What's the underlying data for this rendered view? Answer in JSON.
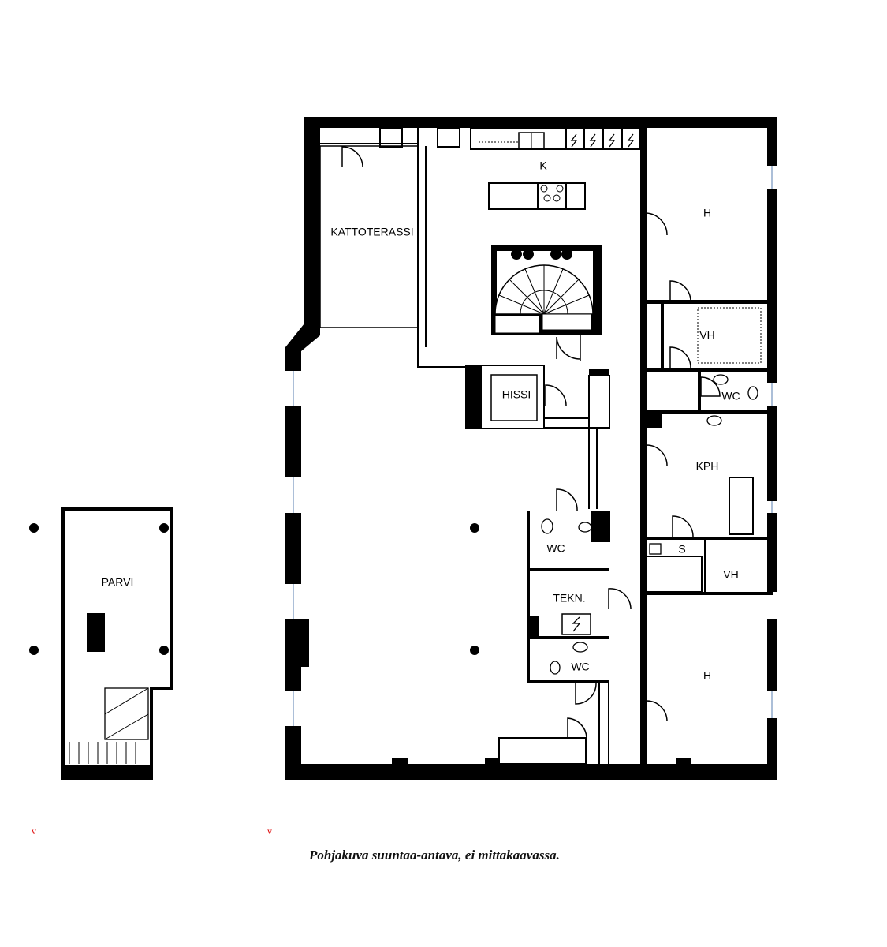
{
  "rooms": {
    "kitchen": "K",
    "roof_terrace": "KATTOTERASSI",
    "elevator": "HISSI",
    "bedroom_top": "H",
    "wardrobe_top": "VH",
    "wc_right": "WC",
    "bathroom": "KPH",
    "storage": "S",
    "wardrobe_bottom": "VH",
    "bedroom_bottom": "H",
    "wc_left_upper": "WC",
    "technical": "TEKN.",
    "wc_left_lower": "WC",
    "loft": "PARVI"
  },
  "caption": "Pohjakuva suuntaa-antava, ei mittakaavassa.",
  "markers": [
    "v",
    "v"
  ],
  "colors": {
    "wall": "#000000",
    "window": "#5a7fb0",
    "marker": "#dd0000"
  }
}
